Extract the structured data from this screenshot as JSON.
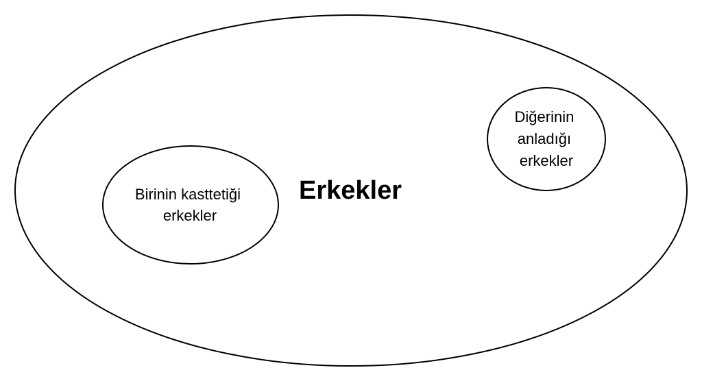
{
  "diagram": {
    "outer": {
      "label": "Erkekler"
    },
    "left_set": {
      "label_lines": [
        "Birinin kasttetiği",
        "erkekler"
      ]
    },
    "right_set": {
      "label_lines": [
        "Diğerinin",
        "anladığı",
        "erkekler"
      ]
    },
    "colors": {
      "stroke": "#000000",
      "fill": "#ffffff",
      "text": "#000000"
    }
  }
}
